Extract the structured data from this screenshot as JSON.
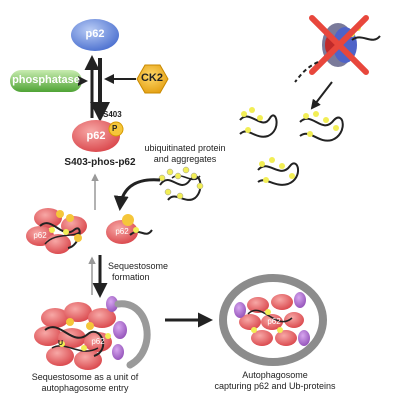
{
  "nodes": {
    "p62_top": "p62",
    "phosphatase": "phosphatase",
    "ck2": "CK2",
    "p62_phos": "p62",
    "phos_marker": "P"
  },
  "labels": {
    "s403_site": "S403",
    "s403_phos_p62": "S403-phos-p62",
    "ubiquitinated_line1": "ubiquitinated protein",
    "ubiquitinated_line2": "and aggregates",
    "sequestosome_formation_line1": "Sequestosome",
    "sequestosome_formation_line2": "formation",
    "sequestosome_unit_line1": "Sequestosome as a unit of",
    "sequestosome_unit_line2": "autophagosome entry",
    "autophagosome_line1": "Autophagosome",
    "autophagosome_line2": "capturing p62 and Ub-proteins",
    "p62_inner": "p62",
    "ub_marker": "U"
  },
  "colors": {
    "p62_blue": "#5b7fd6",
    "p62_red": "#e4595b",
    "phosphatase_green": "#66b94a",
    "ck2_gold": "#f2b01e",
    "phos_yellow": "#f5c63a",
    "ub_yellow": "#f2ee55",
    "membrane_gray": "#9a9a9a",
    "purple": "#a665c8",
    "cross_red": "#e8473c"
  }
}
